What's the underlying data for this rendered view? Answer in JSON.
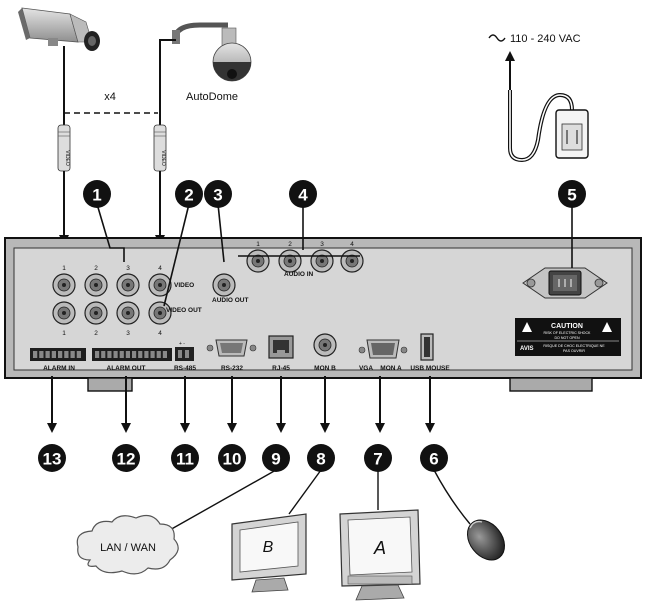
{
  "power": {
    "label": "110 - 240 VAC"
  },
  "camera": {
    "multiplier": "x4",
    "dome_label": "AutoDome",
    "connector_label": "VIDEO"
  },
  "panel_labels": {
    "video": "VIDEO",
    "video_out": "VIDEO OUT",
    "audio_out": "AUDIO OUT",
    "audio_in": "AUDIO IN",
    "alarm_in": "ALARM IN",
    "alarm_out": "ALARM OUT",
    "rs485": "RS-485",
    "rs232": "RS-232",
    "rj45": "RJ-45",
    "mon_b": "MON B",
    "vga": "VGA",
    "mon_a": "MON A",
    "usb_mouse": "USB MOUSE"
  },
  "video_numbers": [
    "1",
    "2",
    "3",
    "4"
  ],
  "audio_numbers": [
    "1",
    "2",
    "3",
    "4"
  ],
  "caution": {
    "title": "CAUTION",
    "line1": "RISK OF ELECTRIC SHOCK",
    "line2": "DO NOT OPEN",
    "avis": "AVIS",
    "avis_line1": "RISQUE DE CHOC ELECTRIQUE NE",
    "avis_line2": "PAS OUVRIR"
  },
  "callouts": [
    "1",
    "2",
    "3",
    "4",
    "5",
    "6",
    "7",
    "8",
    "9",
    "10",
    "11",
    "12",
    "13"
  ],
  "network": {
    "label": "LAN / WAN"
  },
  "monitors": {
    "b": "B",
    "a": "A"
  }
}
